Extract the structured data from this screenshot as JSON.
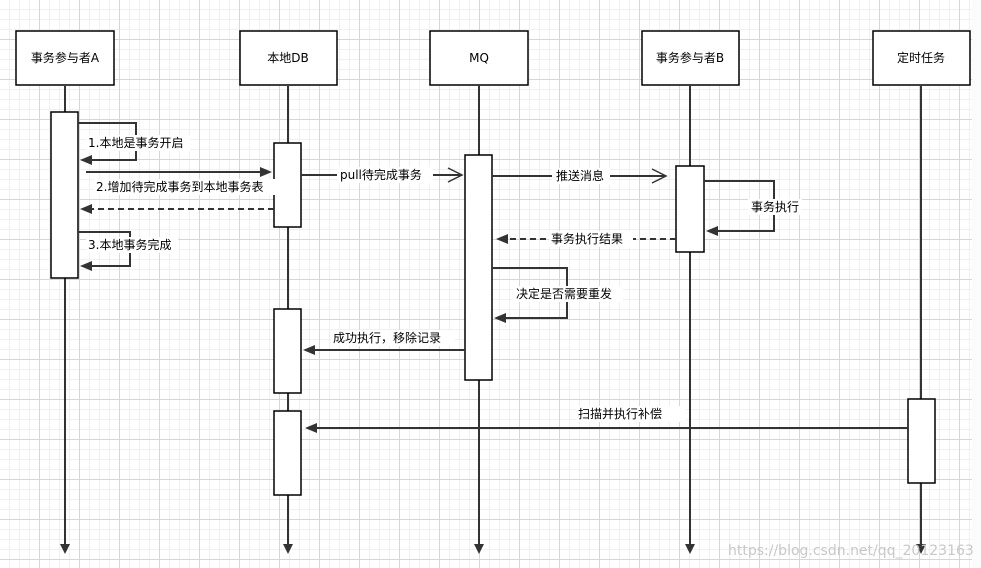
{
  "participants": [
    {
      "id": "a",
      "label": "事务参与者A"
    },
    {
      "id": "db",
      "label": "本地DB"
    },
    {
      "id": "mq",
      "label": "MQ"
    },
    {
      "id": "b",
      "label": "事务参与者B"
    },
    {
      "id": "timer",
      "label": "定时任务"
    }
  ],
  "messages": {
    "m1": "1.本地是事务开启",
    "m2": "2.增加待完成事务到本地事务表",
    "m3": "3.本地事务完成",
    "m4": "pull待完成事务",
    "m5": "推送消息",
    "m6": "事务执行",
    "m7": "事务执行结果",
    "m8": "决定是否需要重发",
    "m9": "成功执行，移除记录",
    "m10": "扫描并执行补偿"
  },
  "watermark": "https://blog.csdn.net/qq_20123163"
}
